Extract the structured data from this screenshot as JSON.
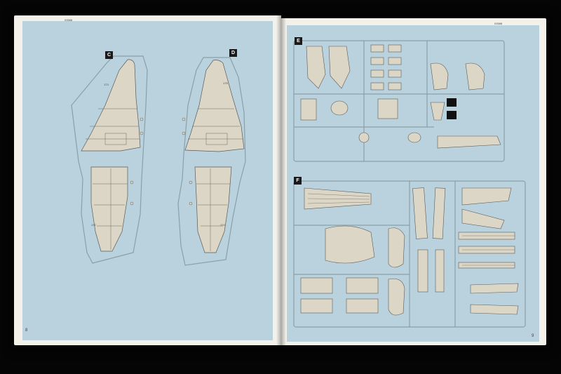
{
  "page_left": {
    "number": "8",
    "code": "03588",
    "sprues": [
      {
        "label": "C",
        "part_numbers": [
          "173",
          "172"
        ]
      },
      {
        "label": "D",
        "part_numbers": [
          "175",
          "174"
        ]
      }
    ]
  },
  "page_right": {
    "number": "9",
    "code": "03588",
    "sprues": [
      {
        "label": "E"
      },
      {
        "label": "F"
      }
    ]
  },
  "colors": {
    "background": "#050505",
    "paper": "#f3f1ea",
    "panel": "#b9d2de",
    "part_fill": "#dcd6c6",
    "part_stroke": "#5a5a58",
    "sprue_frame": "#8aa0a8",
    "label_bg": "#1a1a1a"
  }
}
